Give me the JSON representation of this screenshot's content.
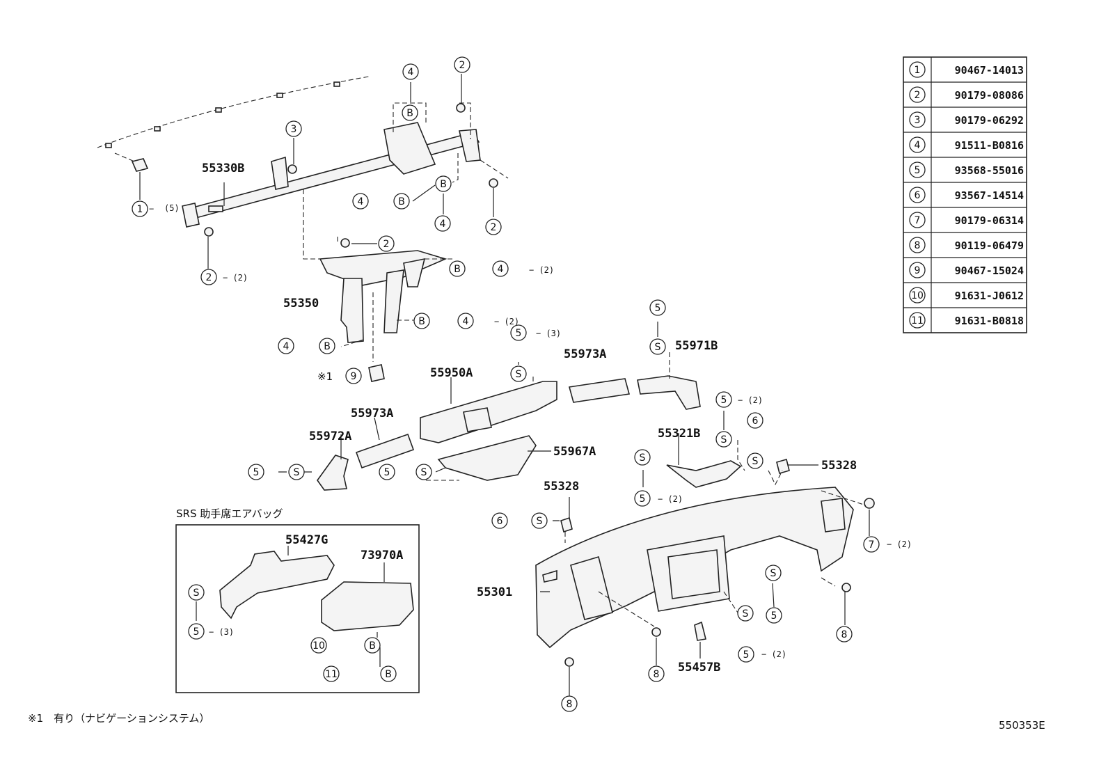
{
  "diagram_id": "550353E",
  "srs_title": "SRS 助手席エアバッグ",
  "footnote": "※1　有り（ナビゲーションシステム）",
  "note_marker": "※1",
  "parts_table": [
    {
      "ref": "1",
      "part": "90467-14013"
    },
    {
      "ref": "2",
      "part": "90179-08086"
    },
    {
      "ref": "3",
      "part": "90179-06292"
    },
    {
      "ref": "4",
      "part": "91511-B0816"
    },
    {
      "ref": "5",
      "part": "93568-55016"
    },
    {
      "ref": "6",
      "part": "93567-14514"
    },
    {
      "ref": "7",
      "part": "90179-06314"
    },
    {
      "ref": "8",
      "part": "90119-06479"
    },
    {
      "ref": "9",
      "part": "90467-15024"
    },
    {
      "ref": "10",
      "part": "91631-J0612"
    },
    {
      "ref": "11",
      "part": "91631-B0818"
    }
  ],
  "labels": {
    "reinforcement": "55330B",
    "brace": "55350",
    "duct_center": "55950A",
    "hose_right": "55973A",
    "duct_right": "55971B",
    "hose_left": "55973A",
    "duct_left": "55972A",
    "duct_lower": "55967A",
    "bracket_right": "55321B",
    "clip_right": "55328",
    "clip_left": "55328",
    "panel": "55301",
    "airbag_bracket": "55427G",
    "airbag": "73970A",
    "clip_lower": "55457B"
  },
  "qty": {
    "five": "(5)",
    "two": "(2)",
    "three": "(3)"
  },
  "letters": {
    "b": "B",
    "s": "S"
  },
  "symbols": {
    "dash": "−"
  }
}
